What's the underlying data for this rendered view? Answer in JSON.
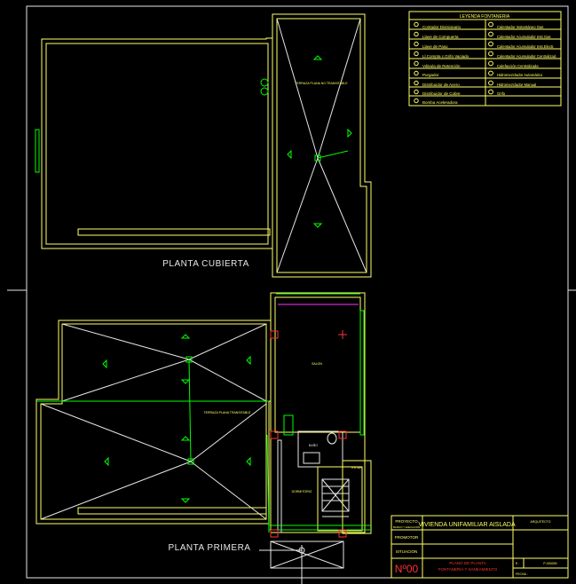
{
  "roof_plan": {
    "title": "PLANTA CUBIERTA",
    "note": "TERRAZA PLANA NO TRANSITABLE"
  },
  "first_floor_plan": {
    "title": "PLANTA PRIMERA",
    "note": "TERRAZA PLANA TRANSITABLE",
    "rooms": {
      "salon": "SALON",
      "dormitorio": "DORMITORIO",
      "bano": "BAÑO",
      "estar": "ESTAR"
    }
  },
  "legend": {
    "title": "LEYENDA FONTANERIA",
    "left": [
      "Contador Divisionario",
      "Llave de Compuerta",
      "Llave de Paso",
      "Ll.Compta c.Grifo Vaciado",
      "Válvula de Retención",
      "Purgador",
      "Distribuidor de Acero",
      "Distribuidor de Cobre",
      "Bomba Aceleradora"
    ],
    "right": [
      "Calentador Instantáneo Gas",
      "Calentador Acumulador Inst.Gas",
      "Calentador Acumulador Inst.Electr.",
      "Calentador Acumulador Centralizad.",
      "Calefacción Centralizada",
      "Hidromezclador Automático",
      "Hidromezclador Manual",
      "Grifo"
    ]
  },
  "title_block": {
    "proyecto_label": "PROYECTO",
    "proyecto_sub": "BASICO Y EJECUCION",
    "proyecto_value": "VIVIENDA UNIFAMILIAR AISLADA",
    "promotor_label": "PROMOTOR",
    "situacion_label": "SITUACION",
    "plan_number": "Nº00",
    "plan_title_1": "PLANO DE PLANTA",
    "plan_title_2": "FONTANERIA Y SANEAMIENTO",
    "arquitecto_label": "ARQUITECTO",
    "escala": "E :",
    "fecha": "FECHA :",
    "p_code": "P-000000"
  }
}
